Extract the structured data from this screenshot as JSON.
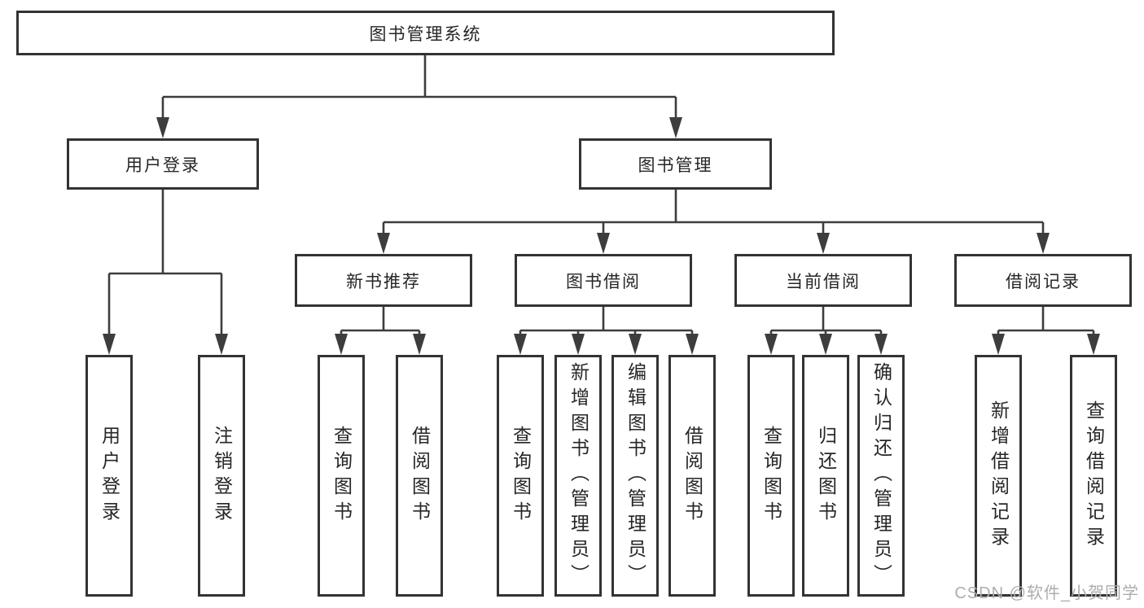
{
  "diagram": {
    "root": {
      "label": "图书管理系统"
    },
    "branches": [
      {
        "label": "用户登录",
        "children": [
          {
            "label": "用户登录"
          },
          {
            "label": "注销登录"
          }
        ]
      },
      {
        "label": "图书管理",
        "children": [
          {
            "label": "新书推荐",
            "children": [
              {
                "label": "查询图书"
              },
              {
                "label": "借阅图书"
              }
            ]
          },
          {
            "label": "图书借阅",
            "children": [
              {
                "label": "查询图书"
              },
              {
                "label": "新增图书（管理员）"
              },
              {
                "label": "编辑图书（管理员）"
              },
              {
                "label": "借阅图书"
              }
            ]
          },
          {
            "label": "当前借阅",
            "children": [
              {
                "label": "查询图书"
              },
              {
                "label": "归还图书"
              },
              {
                "label": "确认归还（管理员）"
              }
            ]
          },
          {
            "label": "借阅记录",
            "children": [
              {
                "label": "新增借阅记录"
              },
              {
                "label": "查询借阅记录"
              }
            ]
          }
        ]
      }
    ]
  },
  "watermark": {
    "text": "CSDN @软件_小贺同学"
  },
  "colors": {
    "line": "#3d3d3d",
    "box_border": "#333333",
    "text": "#262626",
    "watermark_gray": "#adadad",
    "background": "#ffffff"
  }
}
